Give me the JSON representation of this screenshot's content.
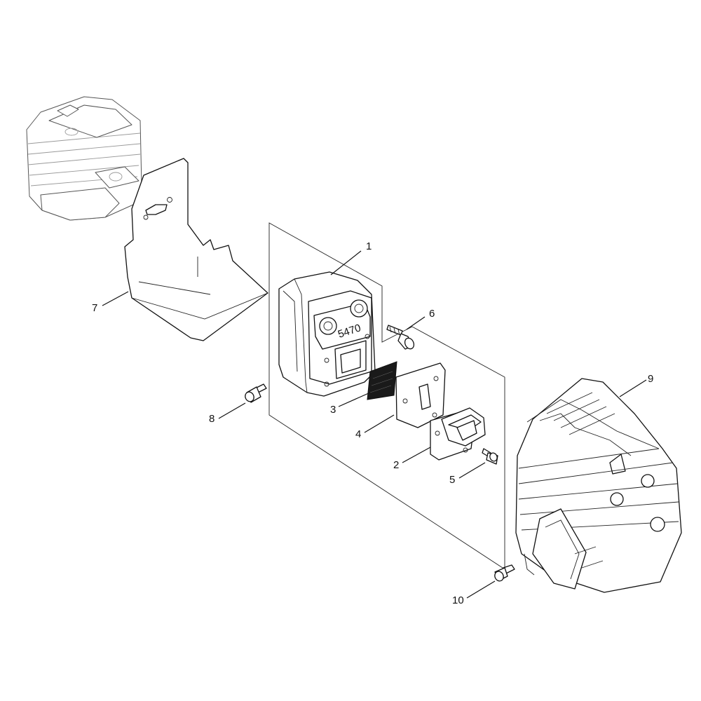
{
  "callouts": {
    "c1": "1",
    "c2": "2",
    "c3": "3",
    "c4": "4",
    "c5": "5",
    "c6": "6",
    "c7": "7",
    "c8": "8",
    "c9": "9",
    "c10": "10"
  },
  "muffler_stamp": "5470"
}
